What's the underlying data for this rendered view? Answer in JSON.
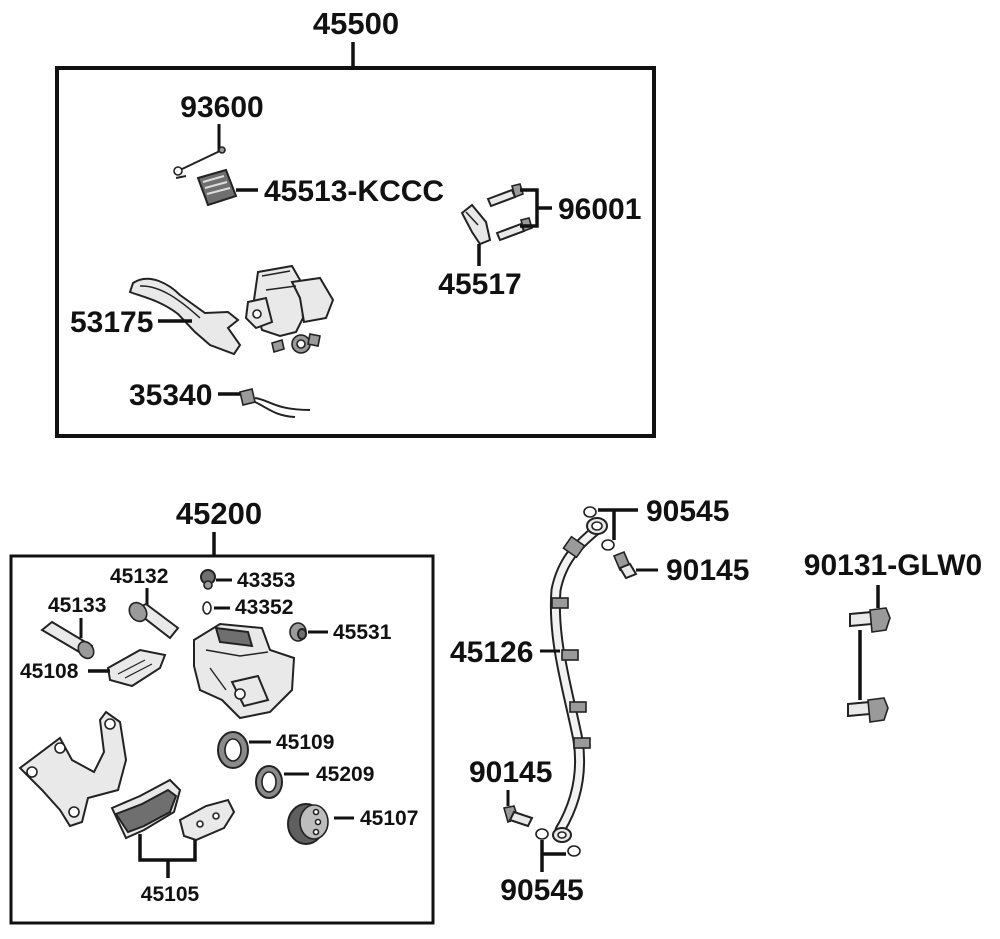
{
  "master_cylinder": {
    "assembly_part": "45500",
    "parts": {
      "switch_screw": "93600",
      "cap": "45513-KCCC",
      "bolts": "96001",
      "holder": "45517",
      "lever": "53175",
      "stop_switch": "35340"
    }
  },
  "caliper": {
    "assembly_part": "45200",
    "parts": {
      "pin_a": "45132",
      "bleeder_cap": "43353",
      "bleeder_screw": "43352",
      "pin_b": "45133",
      "boot": "45531",
      "pad_spring": "45108",
      "piston_seal": "45109",
      "dust_seal": "45209",
      "piston": "45107",
      "pads": "45105"
    }
  },
  "hose": {
    "hose_part": "45126",
    "washer_top": "90545",
    "bolt_top": "90145",
    "bolt_bottom": "90145",
    "washer_bottom": "90545"
  },
  "bolts": {
    "part": "90131-GLW0"
  }
}
